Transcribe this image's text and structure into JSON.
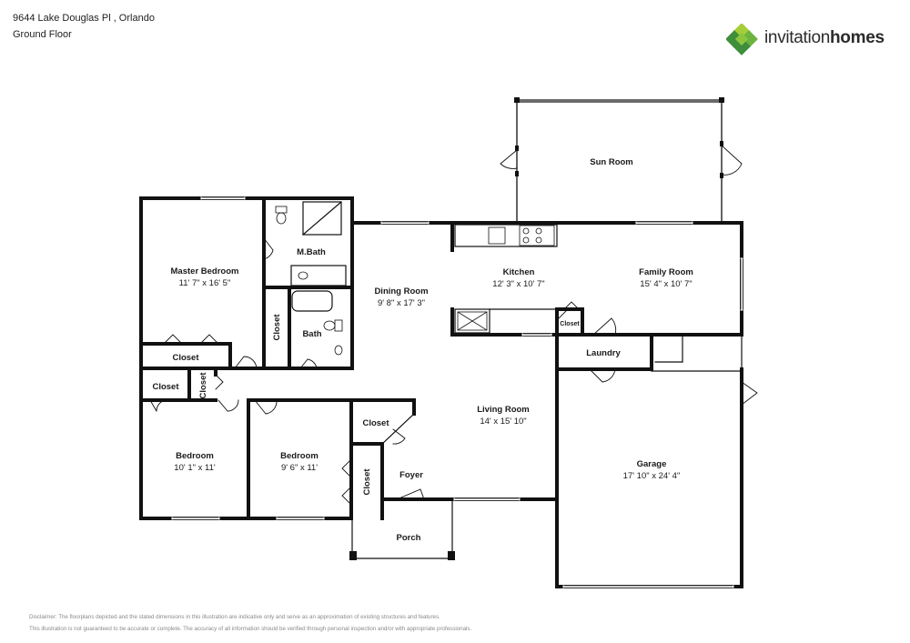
{
  "header": {
    "address": "9644 Lake Douglas Pl , Orlando",
    "floor": "Ground Floor"
  },
  "brand": {
    "name_regular": "invitation",
    "name_bold": "homes",
    "colors": {
      "green_dark": "#3e8e3b",
      "green_mid": "#6db33f",
      "green_light": "#a6ce39"
    }
  },
  "rooms": {
    "sun_room": {
      "name": "Sun Room"
    },
    "master_bedroom": {
      "name": "Master Bedroom",
      "dims": "11' 7\" x 16' 5\""
    },
    "mbath": {
      "name": "M.Bath"
    },
    "bath": {
      "name": "Bath"
    },
    "dining_room": {
      "name": "Dining Room",
      "dims": "9' 8\" x 17' 3\""
    },
    "kitchen": {
      "name": "Kitchen",
      "dims": "12' 3\" x 10' 7\""
    },
    "family_room": {
      "name": "Family Room",
      "dims": "15' 4\" x 10' 7\""
    },
    "laundry": {
      "name": "Laundry"
    },
    "living_room": {
      "name": "Living Room",
      "dims": "14' x 15' 10\""
    },
    "garage": {
      "name": "Garage",
      "dims": "17' 10\" x 24' 4\""
    },
    "bedroom_1": {
      "name": "Bedroom",
      "dims": "10' 1\" x 11'"
    },
    "bedroom_2": {
      "name": "Bedroom",
      "dims": "9' 6\" x 11'"
    },
    "foyer": {
      "name": "Foyer"
    },
    "porch": {
      "name": "Porch"
    }
  },
  "closets": {
    "master": "Closet",
    "mbath_side": "Closet",
    "hall_left": "Closet",
    "hall_small": "Closet",
    "foyer": "Closet",
    "bedroom2": "Closet",
    "kitchen": "Closet"
  },
  "disclaimer": {
    "line1": "Disclaimer: The floorplans depicted and the stated dimensions in this illustration are indicative only and serve as an approximation of existing structures and features.",
    "line2": "This illustration is not guaranteed to be accurate or complete. The accuracy of all information should be verified through personal inspection and/or with appropriate professionals."
  }
}
